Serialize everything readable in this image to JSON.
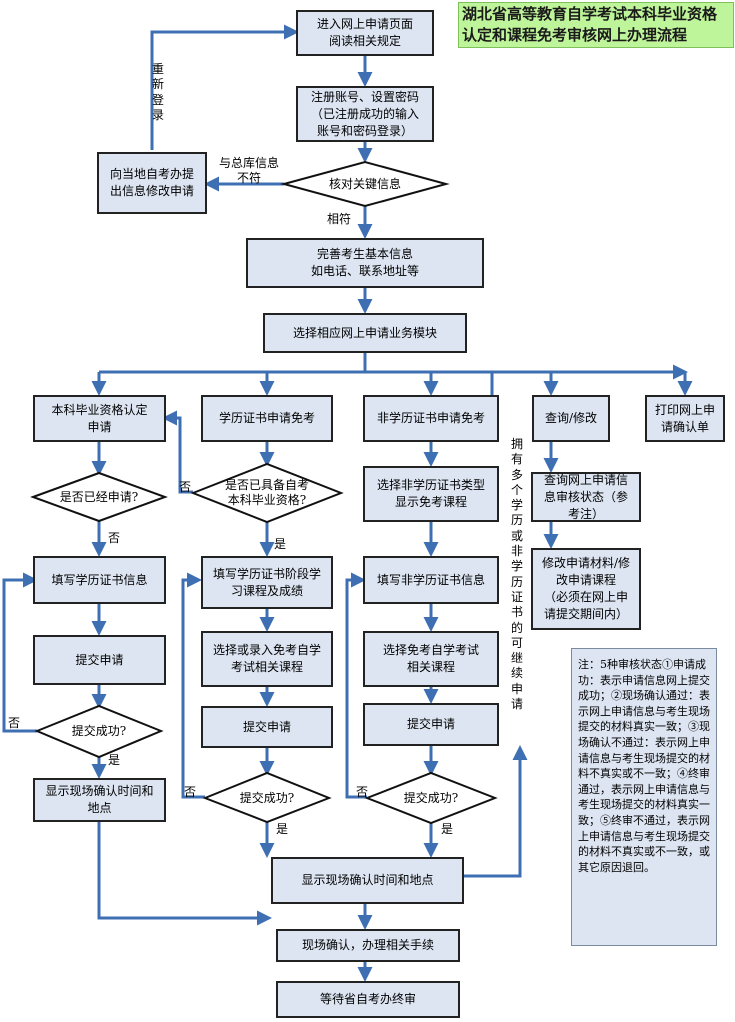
{
  "title": "湖北省高等教育自学考试本科毕业资格认定和课程免考审核网上办理流程",
  "boxes": {
    "enter": "进入网上申请页面\n阅读相关规定",
    "register": "注册账号、设置密码\n（已注册成功的输入\n账号和密码登录）",
    "local": "向当地自考办提\n出信息修改申请",
    "complete": "完善考生基本信息\n如电话、联系地址等",
    "choose": "选择相应网上申请业务模块",
    "col1_title": "本科毕业资格认定\n申请",
    "col2_title": "学历证书申请免考",
    "col3_title": "非学历证书申请免考",
    "col4_title": "查询/修改",
    "col5_title": "打印网上申\n请确认单",
    "c1_fill": "填写学历证书信息",
    "c1_submit": "提交申请",
    "c1_show": "显示现场确认时间和\n地点",
    "c2_fill": "填写学历证书阶段学\n习课程及成绩",
    "c2_select": "选择或录入免考自学\n考试相关课程",
    "c2_submit": "提交申请",
    "c3_type": "选择非学历证书类型\n显示免考课程",
    "c3_fill": "填写非学历证书信息",
    "c3_select": "选择免考自学考试\n相关课程",
    "c3_submit": "提交申请",
    "c4_query": "查询网上申请信\n息审核状态（参\n考注）",
    "c4_modify": "修改申请材料/修\n改申请课程\n（必须在网上申\n请提交期间内）",
    "show_bottom": "显示现场确认时间和地点",
    "onsite": "现场确认，办理相关手续",
    "wait": "等待省自考办终审"
  },
  "diamonds": {
    "verify": "核对关键信息",
    "c1_applied": "是否已经申请?",
    "c1_success": "提交成功?",
    "c2_qualified": "是否已具备自考\n本科毕业资格?",
    "c2_success": "提交成功?",
    "c3_success": "提交成功?"
  },
  "labels": {
    "relogin": "重新登录",
    "mismatch": "与总库信息\n不符",
    "match": "相符",
    "no": "否",
    "yes": "是",
    "multi": "拥有多个学历或非学历证书的可继续申请"
  },
  "note": "注：5种审核状态①申请成功：表示申请信息网上提交成功；②现场确认通过：表示网上申请信息与考生现场提交的材料真实一致；③现场确认不通过：表示网上申请信息与考生现场提交的材料不真实或不一致；④终审通过，表示网上申请信息与考生现场提交的材料真实一致；⑤终审不通过，表示网上申请信息与考生现场提交的材料不真实或不一致，或其它原因退回。",
  "colors": {
    "box_fill": "#dde5f2",
    "box_border": "#222222",
    "arrow": "#3f6fb3",
    "title_bg": "#bff59a",
    "diamond_fill": "#ffffff"
  }
}
